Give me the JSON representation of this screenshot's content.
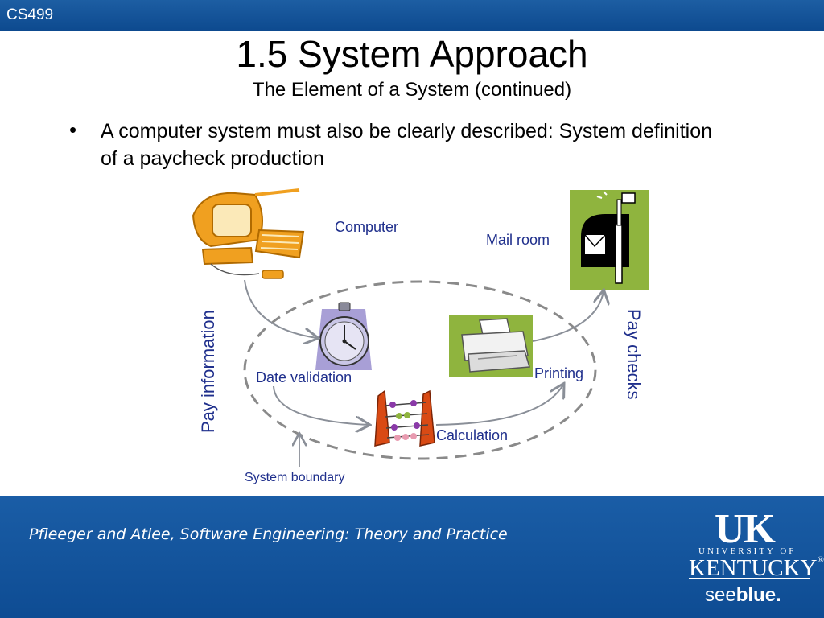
{
  "header": {
    "course": "CS499"
  },
  "slide": {
    "title": "1.5 System Approach",
    "subtitle": "The Element of a System (continued)",
    "bullet_marker": "•",
    "bullet_text": "A computer system must also be clearly described: System definition of a paycheck production"
  },
  "diagram": {
    "labels": {
      "computer": "Computer",
      "mail_room": "Mail room",
      "pay_information": "Pay information",
      "date_validation": "Date validation",
      "printing": "Printing",
      "calculation": "Calculation",
      "pay_checks": "Pay checks",
      "system_boundary": "System boundary"
    },
    "colors": {
      "label_blue": "#1f2f8c",
      "arrow_gray": "#8a8f98",
      "boundary_gray": "#8a8a8a",
      "icon_orange": "#f0a020",
      "icon_green": "#8fb43e"
    }
  },
  "footer": {
    "citation": "Pfleeger and Atlee, Software Engineering: Theory and Practice",
    "logo": {
      "mark": "UK",
      "university_of": "UNIVERSITY OF",
      "name": "KENTUCKY",
      "registered": "®",
      "tagline_see": "see",
      "tagline_blue": "blue."
    }
  }
}
